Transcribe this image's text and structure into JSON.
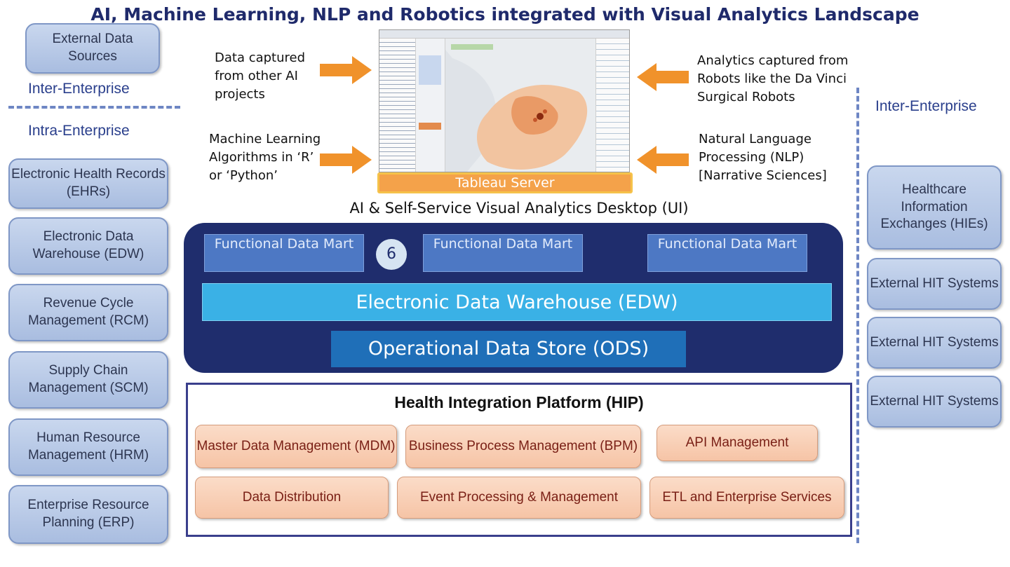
{
  "title": "AI, Machine Learning, NLP and Robotics integrated with Visual Analytics Landscape",
  "left": {
    "external_data_sources": "External Data Sources",
    "inter_enterprise": "Inter-Enterprise",
    "intra_enterprise": "Intra-Enterprise",
    "systems": [
      "Electronic Health Records (EHRs)",
      "Electronic Data Warehouse (EDW)",
      "Revenue Cycle Management (RCM)",
      "Supply Chain Management (SCM)",
      "Human Resource Management (HRM)",
      "Enterprise Resource Planning (ERP)"
    ]
  },
  "right": {
    "inter_enterprise": "Inter-Enterprise",
    "hie": "Healthcare Information Exchanges (HIEs)",
    "external_hit": [
      "External HIT Systems",
      "External HIT Systems",
      "External HIT Systems"
    ]
  },
  "inputs": {
    "top_left": "Data captured from other AI projects",
    "bottom_left": "Machine Learning Algorithms in ‘R’ or ‘Python’",
    "top_right": "Analytics captured from Robots like the Da Vinci Surgical Robots",
    "bottom_right": "Natural Language Processing (NLP) [Narrative Sciences]"
  },
  "tableau": {
    "server_label": "Tableau Server"
  },
  "desktop_label": "AI & Self-Service Visual Analytics Desktop (UI)",
  "warehouse": {
    "marts": [
      "Functional Data Mart",
      "Functional Data Mart",
      "Functional Data Mart"
    ],
    "badge": "6",
    "edw": "Electronic Data Warehouse (EDW)",
    "ods": "Operational Data Store (ODS)"
  },
  "hip": {
    "title": "Health Integration Platform (HIP)",
    "row1": [
      "Master Data Management (MDM)",
      "Business Process Management (BPM)",
      "API Management"
    ],
    "row2": [
      "Data Distribution",
      "Event Processing & Management",
      "ETL and Enterprise Services"
    ]
  },
  "colors": {
    "arrow": "#f0922b",
    "dark_panel": "#1f2d6d",
    "edw_bar": "#3ab1e6",
    "ods_bar": "#1f6fb8",
    "hip_border": "#3a3f8c"
  }
}
